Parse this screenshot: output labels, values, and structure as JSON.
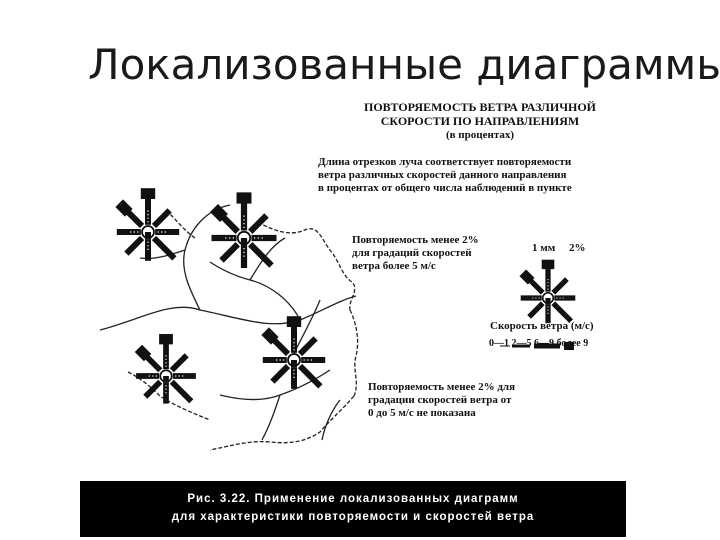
{
  "title": "Локализованные диаграммы",
  "legend": {
    "header": [
      "ПОВТОРЯЕМОСТЬ ВЕТРА РАЗЛИЧНОЙ",
      "СКОРОСТИ ПО НАПРАВЛЕНИЯМ",
      "(в процентах)"
    ],
    "description": [
      "Длина отрезков луча соответствует повторяемости",
      "ветра различных скоростей данного направления",
      "в процентах от общего числа наблюдений в пункте"
    ],
    "note_less2": [
      "Повторяемость менее 2%",
      "для градаций скоростей",
      "ветра более 5 м/с"
    ],
    "scale": "1 мм     2%",
    "speed_label": "Скорость ветра (м/с)",
    "speed_gradations": "0—1 2—5 6—9 более 9"
  },
  "note_bottom": [
    "Повторяемость менее 2% для",
    "градации скоростей ветра от",
    "0 до 5 м/с не показана"
  ],
  "caption": [
    "Рис. 3.22. Применение локализованных диаграмм",
    "для характеристики повторяемости и скоростей ветра"
  ],
  "colors": {
    "caption_bg": "#000000",
    "caption_text": "#ffffff",
    "ink": "#111111"
  }
}
